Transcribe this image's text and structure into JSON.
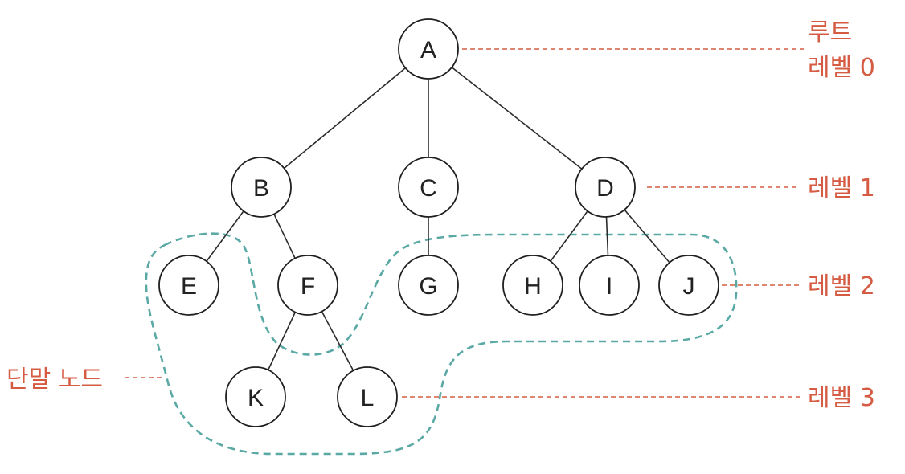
{
  "colors": {
    "annotation": "#d55b43",
    "leaf_boundary": "#5aa9a5",
    "node_fill": "#ffffff",
    "node_stroke": "#1f1f1f"
  },
  "nodes": [
    {
      "id": "A",
      "label": "A",
      "parent": null,
      "level": 0
    },
    {
      "id": "B",
      "label": "B",
      "parent": "A",
      "level": 1
    },
    {
      "id": "C",
      "label": "C",
      "parent": "A",
      "level": 1
    },
    {
      "id": "D",
      "label": "D",
      "parent": "A",
      "level": 1
    },
    {
      "id": "E",
      "label": "E",
      "parent": "B",
      "level": 2
    },
    {
      "id": "F",
      "label": "F",
      "parent": "B",
      "level": 2
    },
    {
      "id": "G",
      "label": "G",
      "parent": "C",
      "level": 2
    },
    {
      "id": "H",
      "label": "H",
      "parent": "D",
      "level": 2
    },
    {
      "id": "I",
      "label": "I",
      "parent": "D",
      "level": 2
    },
    {
      "id": "J",
      "label": "J",
      "parent": "D",
      "level": 2
    },
    {
      "id": "K",
      "label": "K",
      "parent": "F",
      "level": 3
    },
    {
      "id": "L",
      "label": "L",
      "parent": "F",
      "level": 3
    }
  ],
  "root_label": "루트",
  "level_labels": [
    "레벨 0",
    "레벨 1",
    "레벨 2",
    "레벨 3"
  ],
  "leaf_label": "단말 노드",
  "leaf_nodes": [
    "E",
    "G",
    "H",
    "I",
    "J",
    "K",
    "L"
  ]
}
